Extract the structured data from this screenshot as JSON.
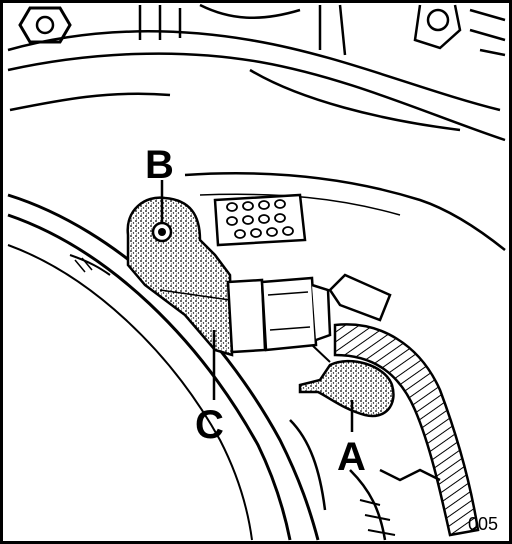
{
  "diagram": {
    "callouts": [
      {
        "id": "B",
        "label": "B"
      },
      {
        "id": "C",
        "label": "C"
      },
      {
        "id": "A",
        "label": "A"
      }
    ],
    "figure_number": "005"
  },
  "colors": {
    "line": "#000000",
    "background": "#ffffff"
  }
}
